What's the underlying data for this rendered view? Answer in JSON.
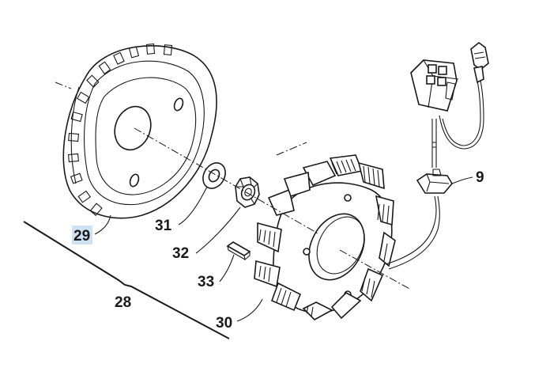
{
  "diagram": {
    "labels": {
      "flywheel": "29",
      "assembly": "28",
      "washer": "31",
      "nut": "32",
      "key": "33",
      "stator": "30",
      "grommet": "9"
    },
    "colors": {
      "highlight": "#cfe2f3",
      "line": "#1a1a1a",
      "background": "#ffffff"
    }
  }
}
